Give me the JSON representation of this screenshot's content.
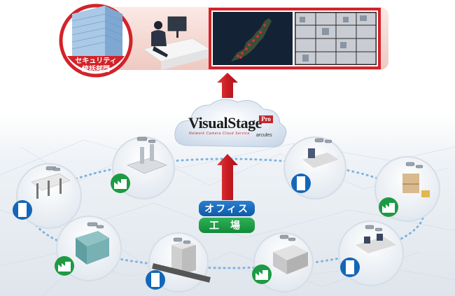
{
  "security_dept": {
    "label_line1": "セキュリティ",
    "label_line2": "統括部門"
  },
  "logo": {
    "name": "VisualStage",
    "badge": "Pro",
    "tagline": "Network Camera Cloud Service",
    "brand": "arcules"
  },
  "locations": {
    "office_label": "オフィス",
    "factory_label": "工場"
  },
  "colors": {
    "accent_red": "#d2232a",
    "panel_pink": "#f6dcd6",
    "office_blue": "#1467b8",
    "factory_green": "#1e9a44",
    "network_blue": "#7fb2e0"
  }
}
